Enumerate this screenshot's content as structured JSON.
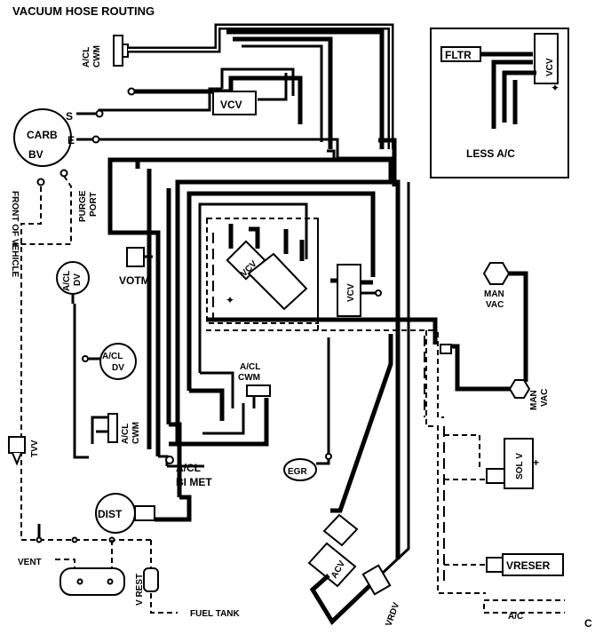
{
  "title": "VACUUM HOSE ROUTING",
  "inset": {
    "fltr_label": "FLTR",
    "vcv_label": "VCV",
    "caption": "LESS A/C"
  },
  "carb": {
    "label": "CARB",
    "port_s": "S",
    "port_e": "E",
    "port_bv": "BV"
  },
  "labels": {
    "acl_cwm_top": "A/CL CWM",
    "purge_port": "PURGE PORT",
    "front_of_vehicle": "FRONT OF VEHICLE",
    "acl_dv_top": "A/CL DV",
    "acl_dv_mid": "A/CL DV",
    "acl_cwm_left": "A/CL CWM",
    "tvv": "TVV",
    "votm": "VOTM",
    "vcv_top": "VCV",
    "vcv_center": "VCV",
    "vcv_right": "VCV",
    "man_vac_top": "MAN VAC",
    "man_vac_right": "MAN VAC",
    "acl_cwm_center_1": "A/CL",
    "acl_cwm_center_2": "CWM",
    "egr": "EGR",
    "acl_bimet_1": "A/CL",
    "acl_bimet_2": "BI MET",
    "dist": "DIST",
    "solv": "SOL V",
    "vent": "VENT",
    "v_rest": "V REST",
    "fuel_tank": "FUEL TANK",
    "acv": "ACV",
    "vrdv": "VRDV",
    "vreser": "VRESER",
    "ac_bottom": "A/C",
    "corner_letter": "C"
  }
}
